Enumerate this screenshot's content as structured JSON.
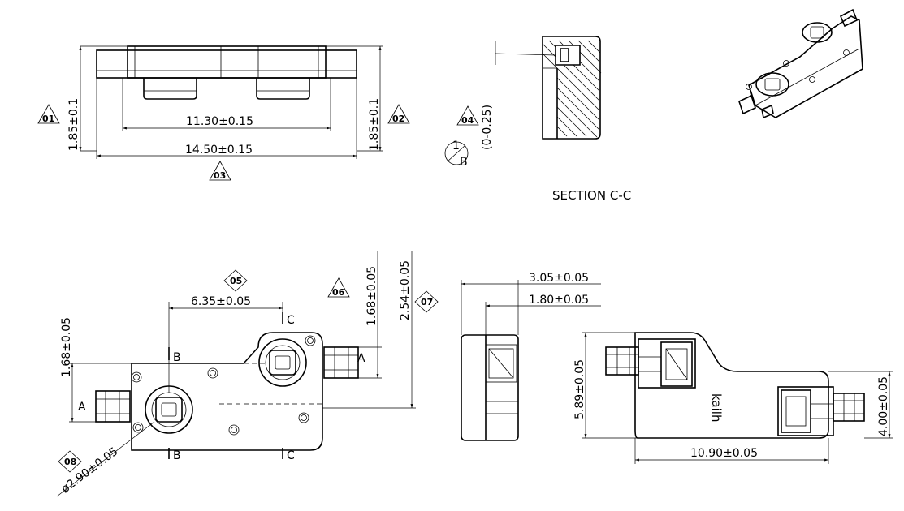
{
  "dimensions": {
    "side_height_left": "1.85±0.1",
    "side_height_right": "1.85±0.1",
    "side_inner_width": "11.30±0.15",
    "side_outer_width": "14.50±0.15",
    "section_gap": "(0-0.25)",
    "plan_pitch_x": "6.35±0.05",
    "plan_offset_y1": "1.68±0.05",
    "plan_offset_y2": "2.54±0.05",
    "plan_left_height": "1.68±0.05",
    "plan_hole_dia": "ø2.90±0.05",
    "end_depth_total": "3.05±0.05",
    "end_depth_inner": "1.80±0.05",
    "bottom_height": "5.89±0.05",
    "bottom_width": "10.90±0.05",
    "bottom_right_height": "4.00±0.05"
  },
  "markers": {
    "m01": "01",
    "m02": "02",
    "m03": "03",
    "m04": "04",
    "m05": "05",
    "m06": "06",
    "m07": "07",
    "m08": "08"
  },
  "section": {
    "label": "SECTION C-C",
    "surface_top": "1",
    "surface_bottom": "B"
  },
  "datums": {
    "a": "A",
    "b": "B",
    "c": "C"
  },
  "brand": "kailh"
}
